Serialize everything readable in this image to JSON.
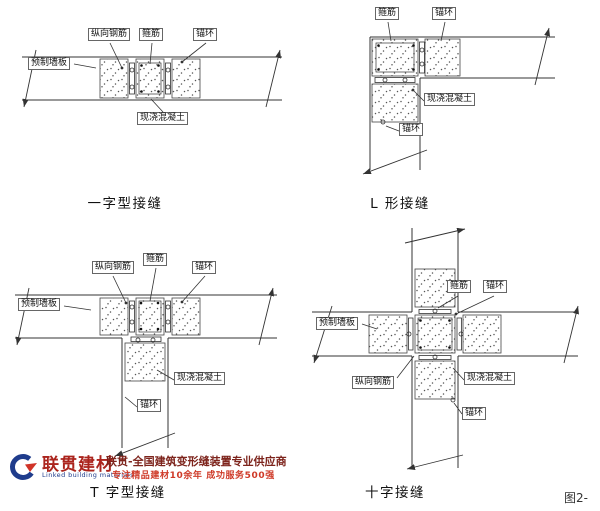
{
  "figure_number": "图2-",
  "diagrams": {
    "straight": {
      "caption": "一字型接缝",
      "labels": {
        "longitudinal_rebar": "纵向钢筋",
        "stirrup": "箍筋",
        "anchor_ring": "锚环",
        "precast_panel": "预制墙板",
        "cast_concrete": "现浇混凝土"
      }
    },
    "l_shape": {
      "caption": "L 形接缝",
      "labels": {
        "stirrup": "箍筋",
        "anchor_ring_top": "锚环",
        "cast_concrete": "现浇混凝土",
        "anchor_ring_bottom": "锚环"
      }
    },
    "t_shape": {
      "caption": "T 字型接缝",
      "labels": {
        "longitudinal_rebar": "纵向钢筋",
        "stirrup": "箍筋",
        "anchor_ring_top": "锚环",
        "precast_panel": "预制墙板",
        "cast_concrete": "现浇混凝土",
        "anchor_ring_bottom": "锚环"
      }
    },
    "cross": {
      "caption": "十字接缝",
      "labels": {
        "stirrup": "箍筋",
        "anchor_ring_top": "锚环",
        "precast_panel": "预制墙板",
        "longitudinal_rebar": "纵向钢筋",
        "cast_concrete": "现浇混凝土",
        "anchor_ring_bottom": "锚环"
      }
    }
  },
  "footer": {
    "brand_cn": "联贯建材",
    "brand_en": "Linked building materials",
    "tagline": "联贯-全国建筑变形缝装置专业供应商",
    "subline": "专注精品建材10余年 成功服务500强"
  },
  "colors": {
    "line": "#333333",
    "brand_blue": "#1f3c8c",
    "brand_red": "#ab241d",
    "accent_red": "#cf3a28"
  }
}
